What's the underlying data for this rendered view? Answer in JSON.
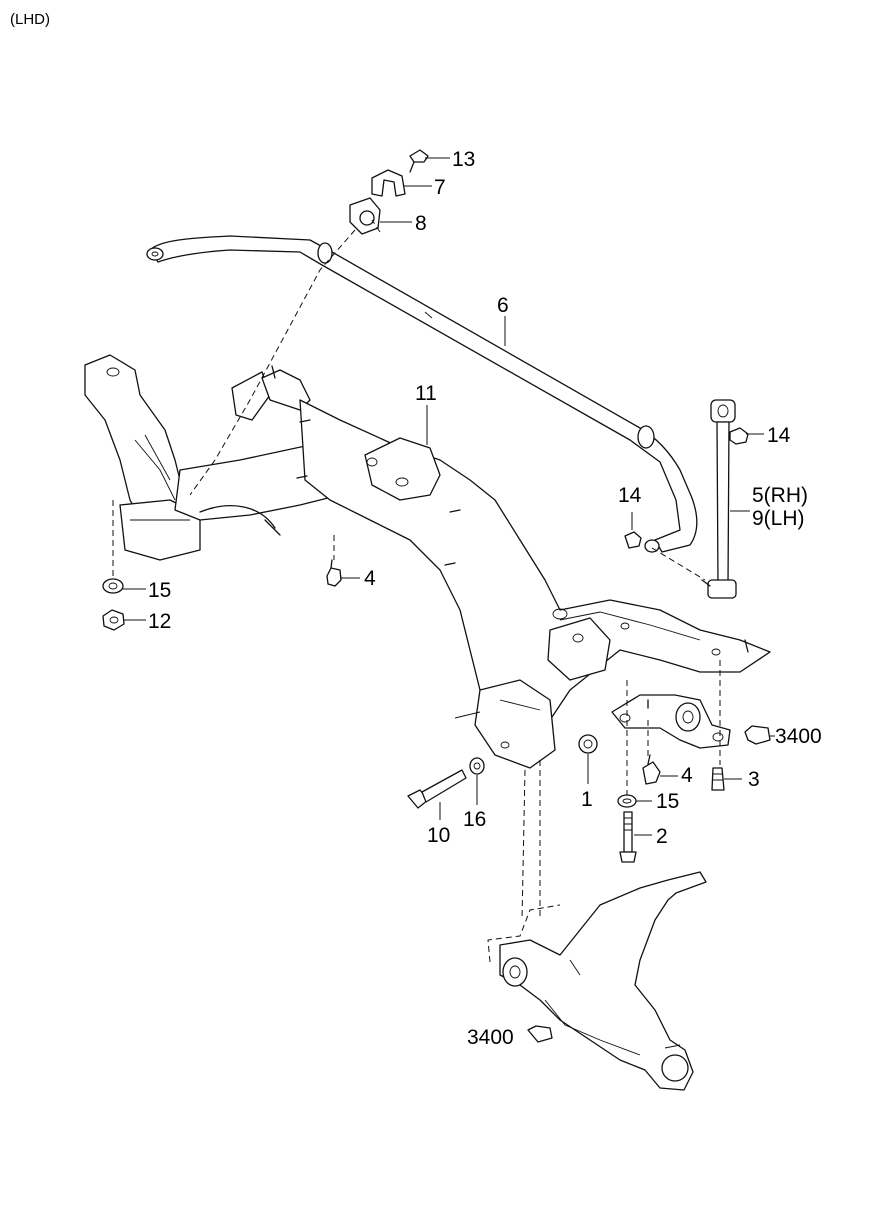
{
  "header": {
    "variant": "(LHD)"
  },
  "callouts": {
    "c1": "1",
    "c2": "2",
    "c3": "3",
    "c3400_top": "3400",
    "c3400_bottom": "3400",
    "c4_left": "4",
    "c4_right": "4",
    "c5": "5(RH)",
    "c6": "6",
    "c7": "7",
    "c8": "8",
    "c9": "9(LH)",
    "c10": "10",
    "c11": "11",
    "c12": "12",
    "c13": "13",
    "c14_top": "14",
    "c14_mid": "14",
    "c15_left": "15",
    "c15_right": "15",
    "c16": "16"
  }
}
